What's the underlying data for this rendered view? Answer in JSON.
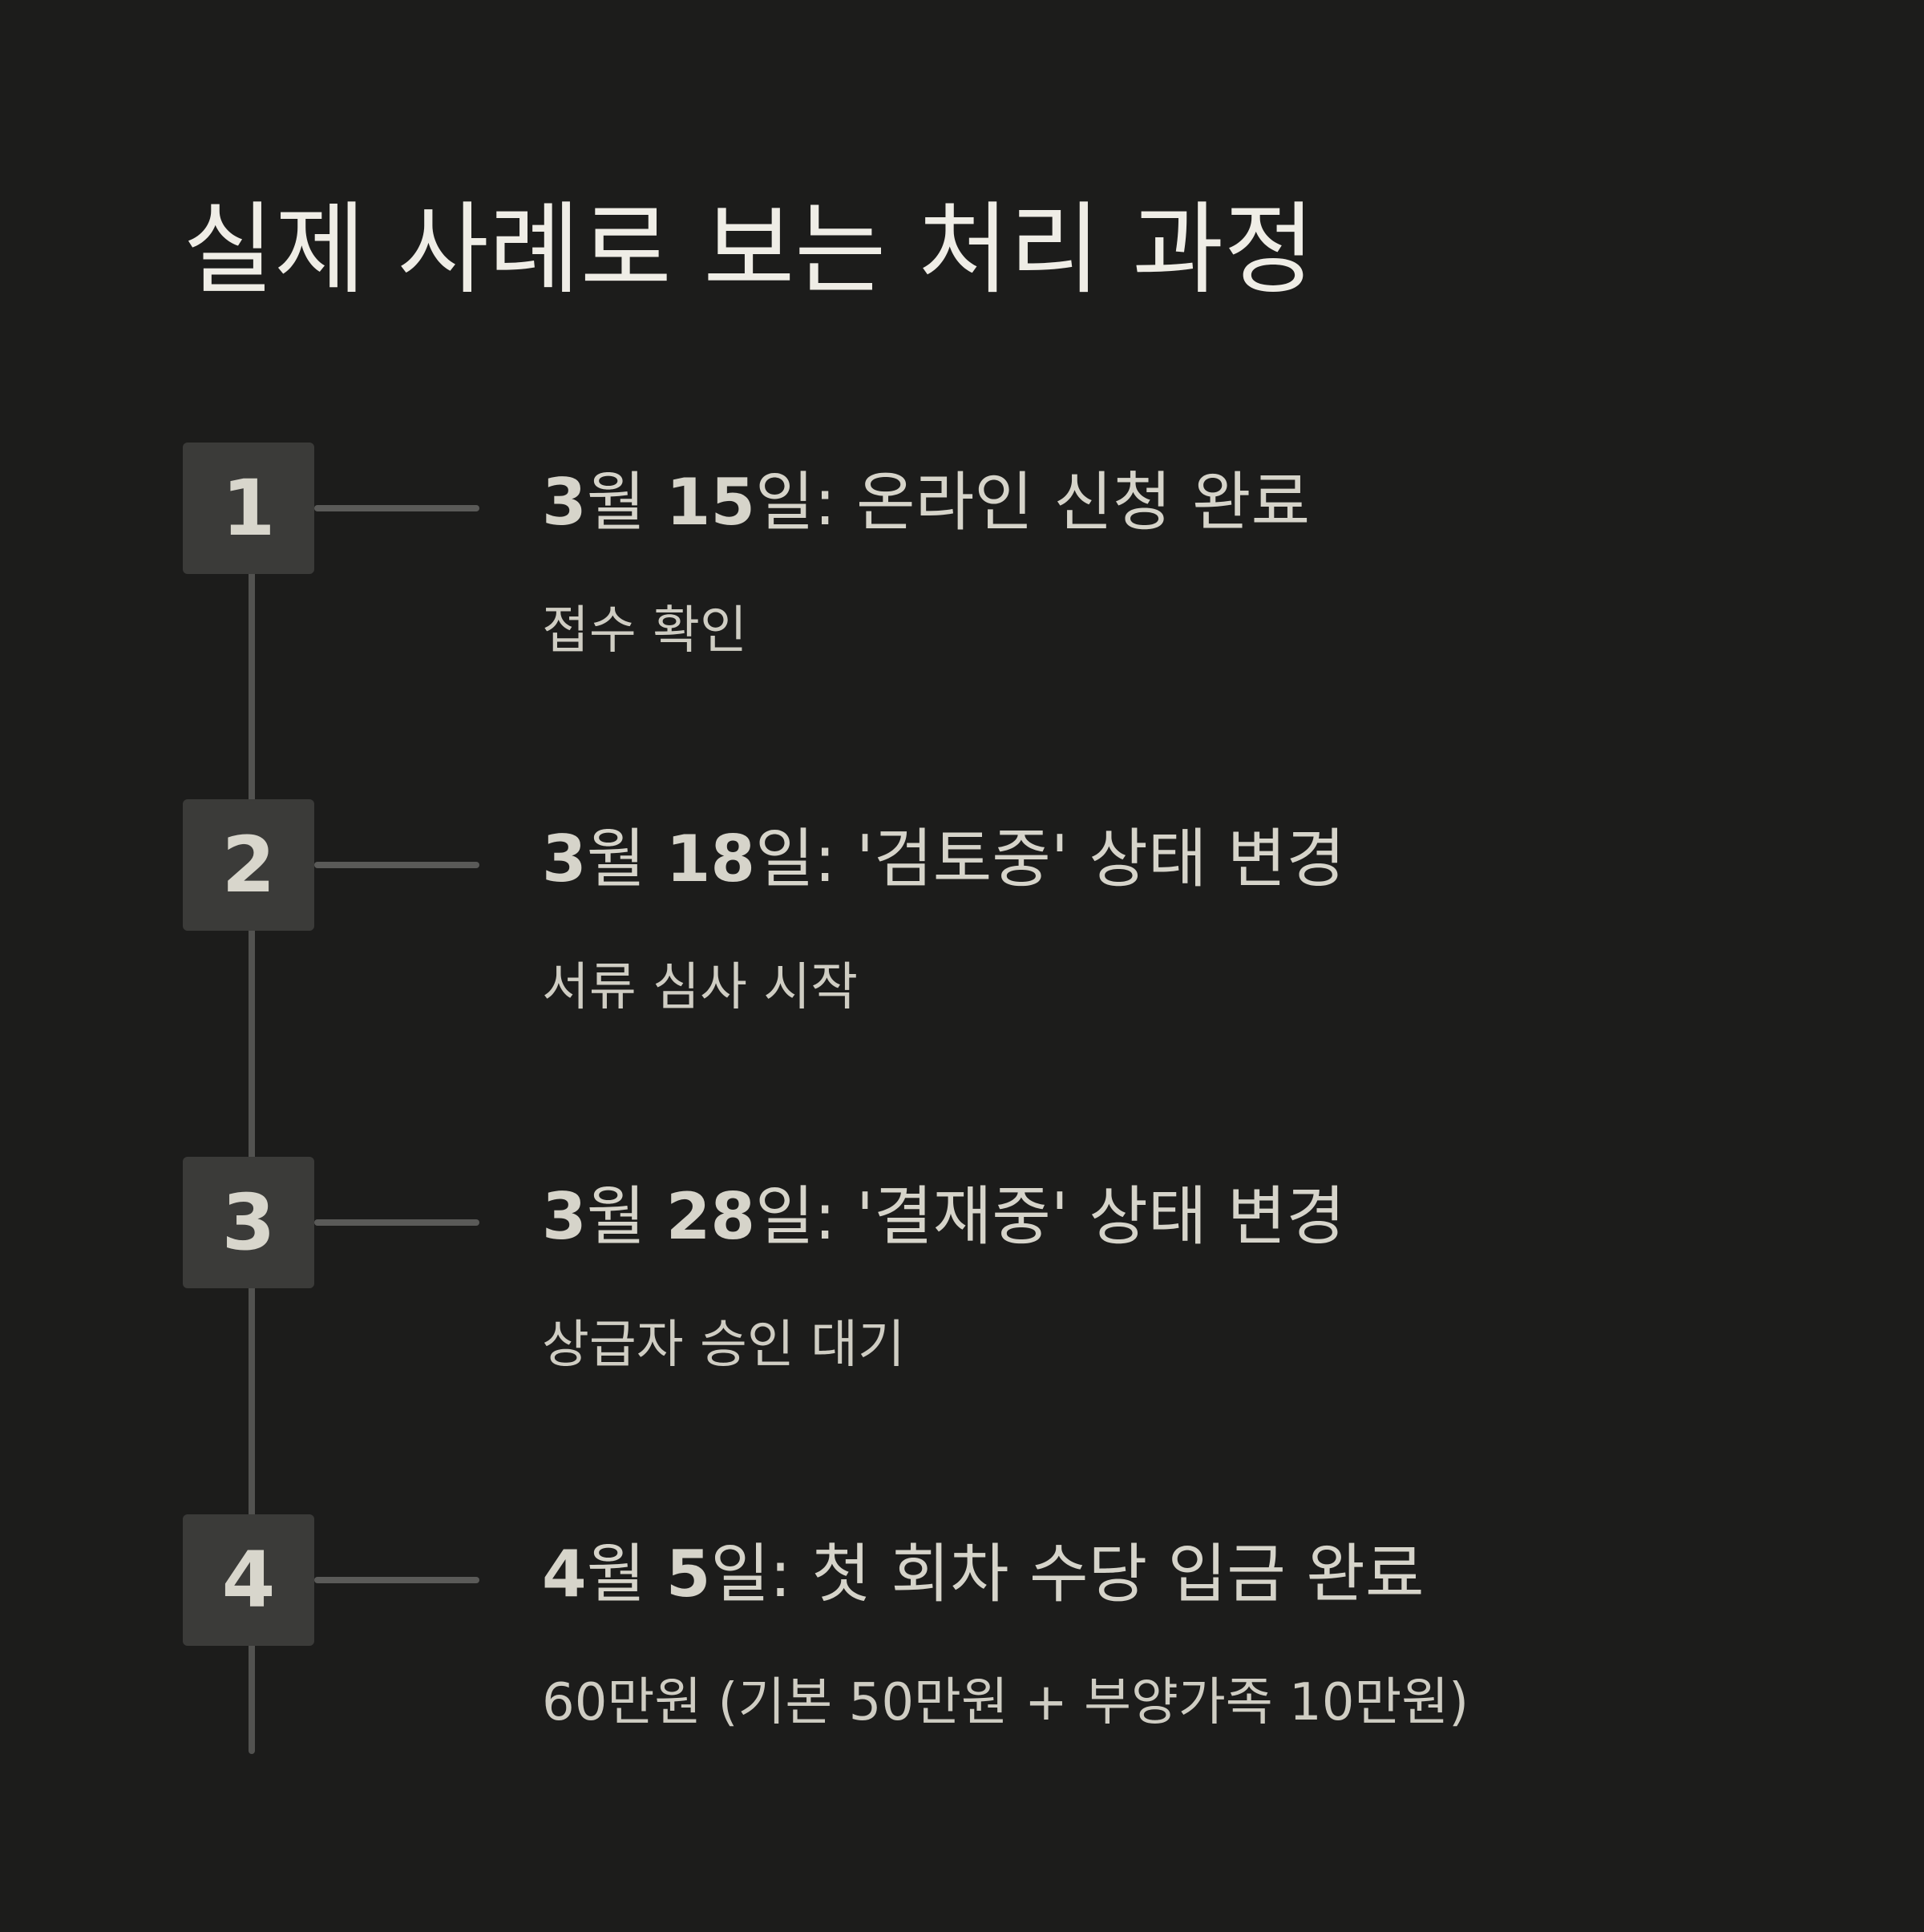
{
  "title": "실제 사례로 보는 처리 과정",
  "colors": {
    "background": "#1c1c1b",
    "title_text": "#efede6",
    "body_text": "#d6d4ca",
    "badge_fill": "#3b3b39",
    "line": "#525250"
  },
  "steps": [
    {
      "number": "1",
      "month": "3",
      "month_unit": "월 ",
      "day": "15",
      "day_unit": "일:",
      "event": " 온라인 신청 완료",
      "description": "접수 확인"
    },
    {
      "number": "2",
      "month": "3",
      "month_unit": "월 ",
      "day": "18",
      "day_unit": "일:",
      "event": " '검토중' 상태 변경",
      "description": "서류 심사 시작"
    },
    {
      "number": "3",
      "month": "3",
      "month_unit": "월 ",
      "day": "28",
      "day_unit": "일:",
      "event": " '결재중' 상태 변경",
      "description": "상급자 승인 대기"
    },
    {
      "number": "4",
      "month": "4",
      "month_unit": "월 ",
      "day": "5",
      "day_unit": "일:",
      "event": " 첫 회차 수당 입금 완료",
      "description": "60만원 (기본 50만원 + 부양가족 10만원)"
    }
  ]
}
